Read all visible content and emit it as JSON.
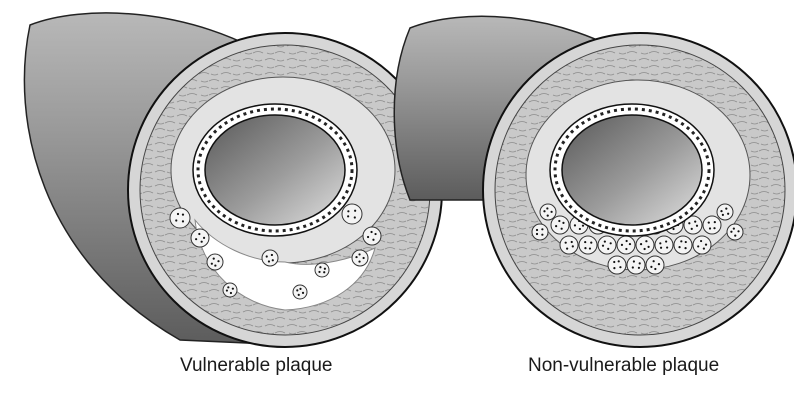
{
  "captions": {
    "left": "Vulnerable plaque",
    "right": "Non-vulnerable plaque"
  },
  "colors": {
    "vessel_shade_dark": "#6e6e6e",
    "vessel_shade_light": "#bdbdbd",
    "lumen_dark": "#5e5e5e",
    "lumen_light": "#d2d2d2",
    "wall": "#c8c8c8",
    "plaque": "#ffffff",
    "outline": "#111111"
  },
  "panels": [
    {
      "id": "vulnerable",
      "plaque_type": "large lipid core with few foam cells"
    },
    {
      "id": "non-vulnerable",
      "plaque_type": "many foam cells, no lipid core"
    }
  ]
}
